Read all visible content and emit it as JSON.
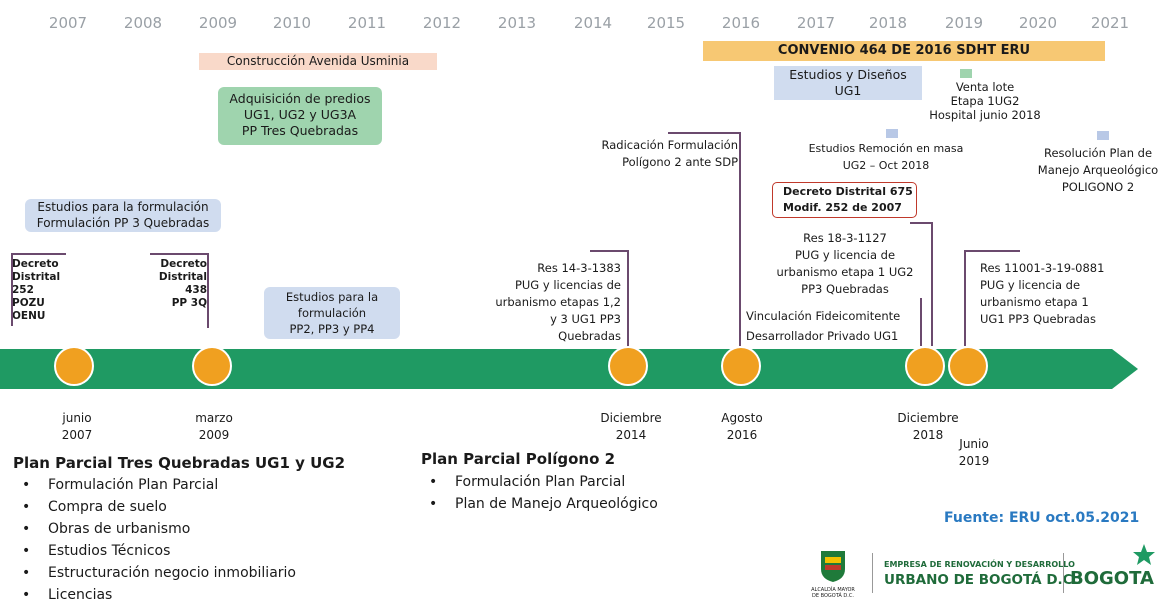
{
  "years": [
    "2007",
    "2008",
    "2009",
    "2010",
    "2011",
    "2012",
    "2013",
    "2014",
    "2015",
    "2016",
    "2017",
    "2018",
    "2019",
    "2020",
    "2021"
  ],
  "bars": {
    "construccion": "Construcción Avenida Usminia",
    "convenio": "CONVENIO 464 DE 2016 SDHT ERU",
    "adquisicion": "Adquisición de predios\nUG1, UG2 y UG3A\nPP Tres Quebradas",
    "estudios_disenos": "Estudios y Diseños\nUG1",
    "estudios_formulacion": "Estudios para la formulación\nFormulación PP 3 Quebradas",
    "estudios_pp": "Estudios para la\nformulación\nPP2, PP3 y PP4"
  },
  "events": {
    "venta_lote": "Venta lote\nEtapa 1UG2\nHospital junio 2018",
    "radicacion": "Radicación Formulación\nPolígono 2 ante SDP",
    "estudios_remocion": "Estudios Remoción en masa\nUG2 – Oct 2018",
    "resolucion_plan": "Resolución Plan de\nManejo Arqueológico\nPOLIGONO 2",
    "decreto_675": "Decreto Distrital  675\nModif. 252 de 2007",
    "res_1127": "Res 18-3-1127\nPUG y licencia de\nurbanismo etapa  1 UG2\nPP3 Quebradas",
    "vinculacion": "Vinculación Fideicomitente\nDesarrollador Privado UG1",
    "res_1383": "Res 14-3-1383\nPUG y licencias de\nurbanismo etapas 1,2\ny 3 UG1 PP3\nQuebradas",
    "res_0881": "Res 11001-3-19-0881\nPUG y licencia de\nurbanismo etapa  1\nUG1 PP3 Quebradas",
    "decreto_252": "Decreto\nDistrital\n252\nPOZU\nOENU",
    "decreto_438": "Decreto\nDistrital\n438\nPP 3Q"
  },
  "milestones": {
    "m1": "junio\n2007",
    "m2": "marzo\n2009",
    "m3": "Diciembre\n2014",
    "m4": "Agosto\n2016",
    "m5": "Diciembre\n2018",
    "m6": "Junio\n2019"
  },
  "plan1": {
    "title": "Plan Parcial Tres Quebradas UG1 y UG2",
    "items": [
      "Formulación Plan Parcial",
      "Compra de suelo",
      "Obras de urbanismo",
      "Estudios Técnicos",
      "Estructuración negocio inmobiliario",
      "Licencias"
    ]
  },
  "plan2": {
    "title": "Plan Parcial Polígono 2",
    "items": [
      "Formulación Plan Parcial",
      "Plan de Manejo Arqueológico"
    ]
  },
  "fuente": "Fuente: ERU oct.05.2021",
  "logos": {
    "alcaldia": "ALCALDÍA MAYOR\nDE BOGOTÁ D.C.",
    "empresa_line1": "EMPRESA DE RENOVACIÓN Y DESARROLLO",
    "empresa_line2": "URBANO DE BOGOTÁ D.C.",
    "bogota": "BOGOTA"
  },
  "colors": {
    "timeline": "#1f9a63",
    "milestone": "#f0a020",
    "peach": "#f9d9c9",
    "orange_bar": "#f7c873",
    "green_box": "#9fd4ae",
    "blue_box": "#d0dcef",
    "red_border": "#c0392b",
    "fuente": "#2979c1"
  }
}
